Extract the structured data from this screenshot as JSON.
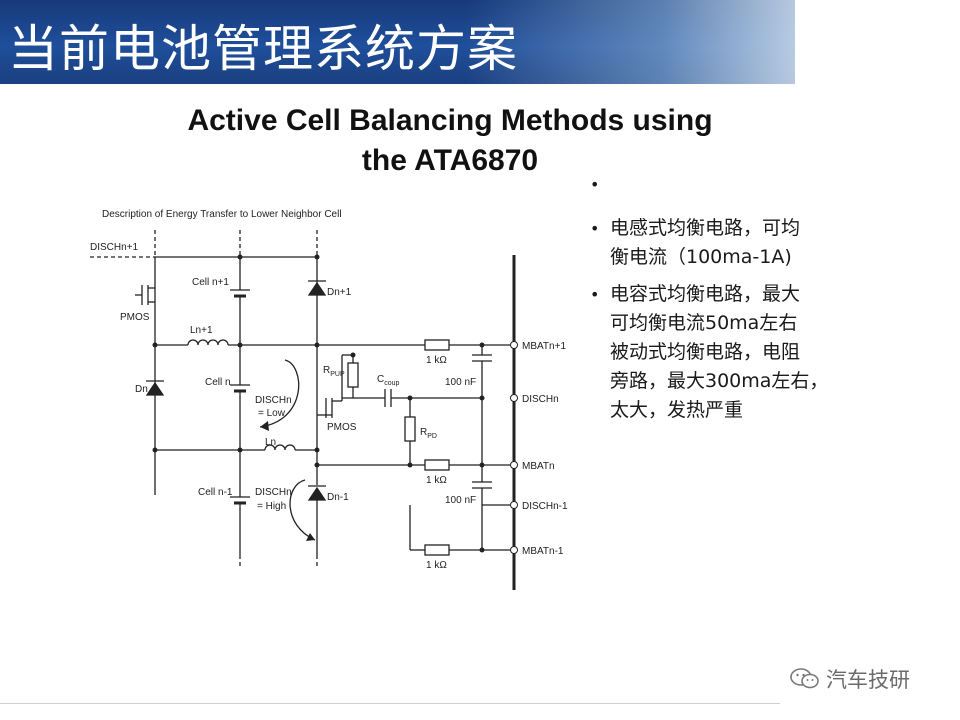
{
  "header": {
    "title": "当前电池管理系统方案"
  },
  "subtitle": {
    "line1": "Active Cell Balancing Methods using",
    "line2": "the ATA6870"
  },
  "diagram": {
    "caption": "Description of Energy Transfer to Lower Neighbor Cell",
    "labels": {
      "disch_n1": "DISCHn+1",
      "cell_n1": "Cell n+1",
      "dn1": "Dn+1",
      "pmos_left": "PMOS",
      "ln1": "Ln+1",
      "dn": "Dn",
      "cell_n": "Cell n",
      "disch_low_1": "DISCHn",
      "disch_low_2": "= Low",
      "ln": "Ln",
      "pmos_mid": "PMOS",
      "rpup": "R",
      "rpup_sub": "PUP",
      "ccoup": "C",
      "ccoup_sub": "coup",
      "rpd": "R",
      "rpd_sub": "PD",
      "r1_val": "1 kΩ",
      "c1_val": "100 nF",
      "r2_val": "1 kΩ",
      "c2_val": "100 nF",
      "r3_val": "1 kΩ",
      "mbat_n1": "MBATn+1",
      "disch_n": "DISCHn",
      "mbat_n": "MBATn",
      "disch_nm1": "DISCHn-1",
      "mbat_nm1": "MBATn-1",
      "cell_nm1": "Cell n-1",
      "disch_high_1": "DISCHn",
      "disch_high_2": "= High",
      "dnm1": "Dn-1"
    }
  },
  "bullets": [
    {
      "line1": "电感式均衡电路，可均",
      "line2": "衡电流（100ma-1A)"
    },
    {
      "line1": "电容式均衡电路，最大",
      "line2": "可均衡电流50ma左右"
    },
    {
      "lines": [
        "被动式均衡电路，电阻",
        "旁路，最大300ma左右，",
        "太大，发热严重"
      ]
    }
  ],
  "watermark": {
    "text": "汽车技研",
    "icon": "wechat-icon"
  },
  "colors": {
    "banner": "#1f4f9b",
    "text": "#1a1a1a"
  }
}
